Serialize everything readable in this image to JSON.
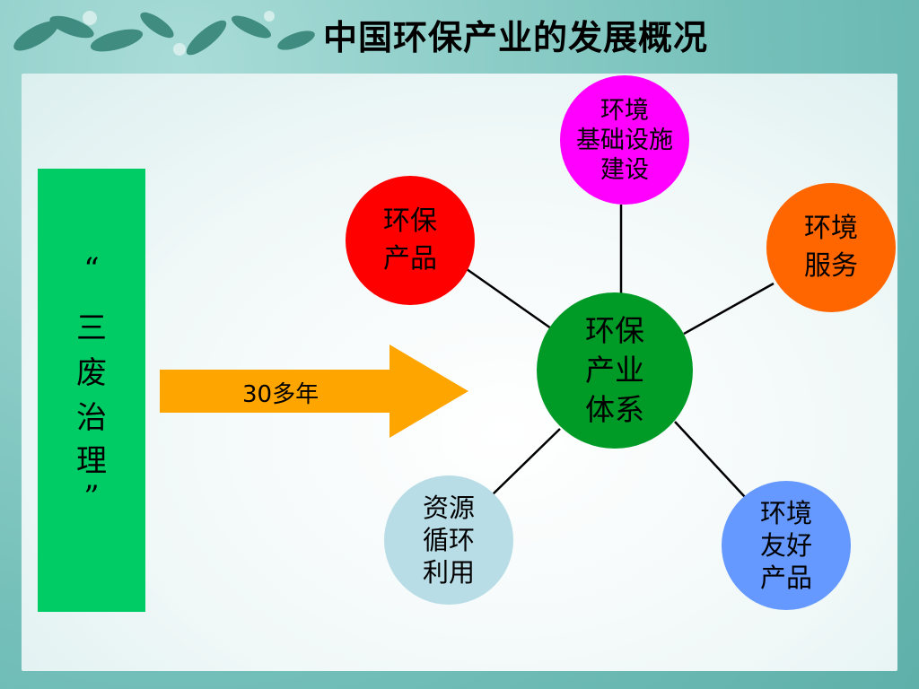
{
  "title": "中国环保产业的发展概况",
  "left_box": {
    "lines": [
      "“",
      "三",
      "废",
      "治",
      "理",
      "”"
    ],
    "color": "#00cc66"
  },
  "arrow": {
    "label": "30多年",
    "color": "#ffa500"
  },
  "center_node": {
    "lines": [
      "环保",
      "产业",
      "体系"
    ],
    "color": "#009a26"
  },
  "nodes": [
    {
      "id": "infra",
      "lines": [
        "环境",
        "基础设施",
        "建设"
      ],
      "color": "#ff00ff"
    },
    {
      "id": "products",
      "lines": [
        "环保",
        "产品"
      ],
      "color": "#ff0000"
    },
    {
      "id": "services",
      "lines": [
        "环境",
        "服务"
      ],
      "color": "#ff6600"
    },
    {
      "id": "recycling",
      "lines": [
        "资源",
        "循环",
        "利用"
      ],
      "color": "#b8dde6"
    },
    {
      "id": "friendly",
      "lines": [
        "环境",
        "友好",
        "产品"
      ],
      "color": "#6699ff"
    }
  ]
}
